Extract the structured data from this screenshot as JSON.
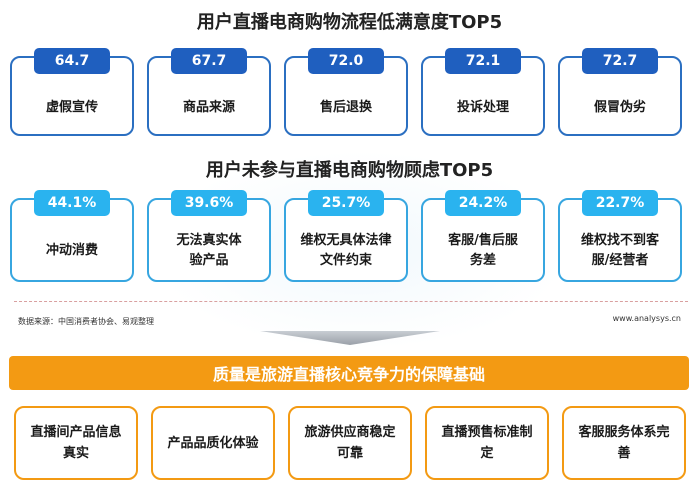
{
  "section1": {
    "title": "用户直播电商购物流程低满意度TOP5",
    "items": [
      {
        "value": "64.7",
        "label": "虚假宣传"
      },
      {
        "value": "67.7",
        "label": "商品来源"
      },
      {
        "value": "72.0",
        "label": "售后退换"
      },
      {
        "value": "72.1",
        "label": "投诉处理"
      },
      {
        "value": "72.7",
        "label": "假冒伪劣"
      }
    ]
  },
  "section2": {
    "title": "用户未参与直播电商购物顾虑TOP5",
    "items": [
      {
        "value": "44.1%",
        "label": "冲动消费"
      },
      {
        "value": "39.6%",
        "label": "无法真实体验产品"
      },
      {
        "value": "25.7%",
        "label": "维权无具体法律文件约束"
      },
      {
        "value": "24.2%",
        "label": "客服/售后服务差"
      },
      {
        "value": "22.7%",
        "label": "维权找不到客服/经营者"
      }
    ]
  },
  "source": {
    "text": "数据来源：中国消费者协会、易观整理",
    "url": "www.analysys.cn"
  },
  "banner": {
    "text": "质量是旅游直播核心竞争力的保障基础"
  },
  "section3": {
    "items": [
      {
        "label": "直播间产品信息真实"
      },
      {
        "label": "产品品质化体验"
      },
      {
        "label": "旅游供应商稳定可靠"
      },
      {
        "label": "直播预售标准制定"
      },
      {
        "label": "客服服务体系完善"
      }
    ]
  },
  "colors": {
    "dark_blue": "#1f5fbf",
    "light_blue": "#2ab3ef",
    "orange": "#f39a13"
  }
}
